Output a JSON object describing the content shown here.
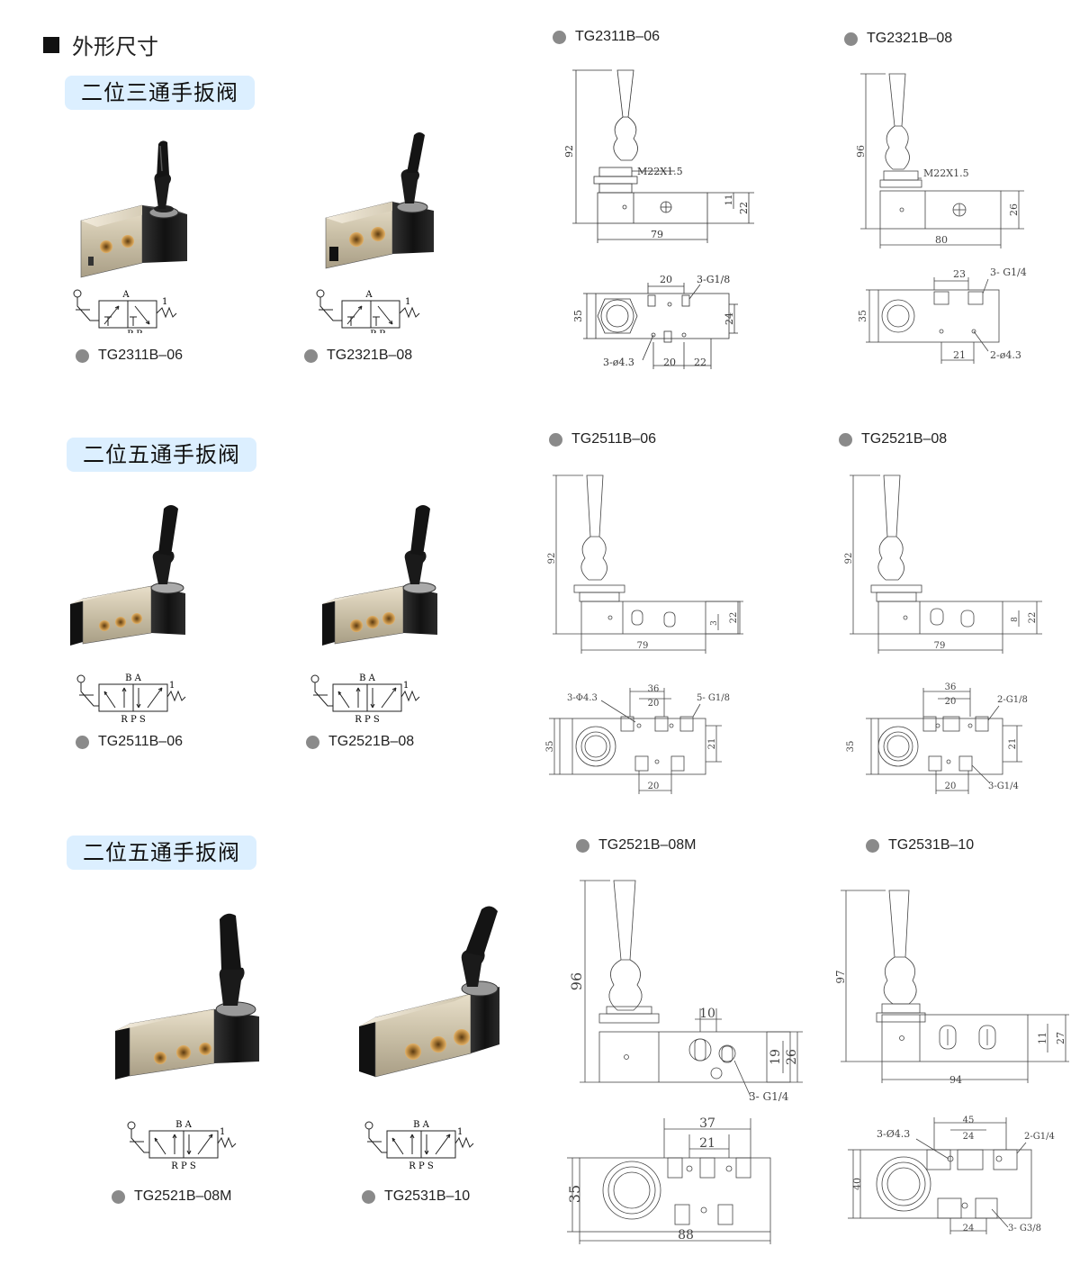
{
  "section": {
    "title": "外形尺寸"
  },
  "groups": [
    {
      "title": "二位三通手扳阀"
    },
    {
      "title": "二位五通手扳阀"
    },
    {
      "title": "二位五通手扳阀"
    }
  ],
  "products": [
    {
      "model": "TG2311B–06"
    },
    {
      "model": "TG2321B–08"
    },
    {
      "model": "TG2511B–06"
    },
    {
      "model": "TG2521B–08"
    },
    {
      "model": "TG2521B–08M"
    },
    {
      "model": "TG2531B–10"
    }
  ],
  "drawings": [
    {
      "model": "TG2311B–06",
      "dims": {
        "height": "92",
        "thread": "M22X1.5",
        "h1": "11",
        "h2": "22",
        "len": "79",
        "w": "35",
        "a": "20",
        "b": "24",
        "c": "20",
        "d": "22",
        "port": "3-G1/8",
        "hole": "3-ø4.3"
      }
    },
    {
      "model": "TG2321B–08",
      "dims": {
        "height": "96",
        "thread": "M22X1.5",
        "h2": "26",
        "len": "80",
        "w": "35",
        "a": "23",
        "b": "21",
        "port": "3- G1/4",
        "hole": "2-ø4.3"
      }
    },
    {
      "model": "TG2511B–06",
      "dims": {
        "height": "92",
        "h1": "3",
        "h2": "22",
        "len": "79",
        "w": "35",
        "a": "36",
        "b": "20",
        "c": "21",
        "d": "20",
        "port": "5- G1/8",
        "hole": "3-Φ4.3"
      }
    },
    {
      "model": "TG2521B–08",
      "dims": {
        "height": "92",
        "h1": "8",
        "h2": "22",
        "len": "79",
        "w": "35",
        "a": "36",
        "b": "20",
        "c": "21",
        "d": "20",
        "port": "2-G1/8",
        "port2": "3-G1/4"
      }
    },
    {
      "model": "TG2521B–08M",
      "dims": {
        "height": "96",
        "top": "10",
        "h1": "19",
        "h2": "26",
        "port": "3- G1/4",
        "w": "35",
        "a": "37",
        "b": "21",
        "len": "88"
      }
    },
    {
      "model": "TG2531B–10",
      "dims": {
        "height": "97",
        "h1": "11",
        "h2": "27",
        "len": "94",
        "w": "40",
        "a": "45",
        "b": "24",
        "c": "24",
        "hole": "3-Ø4.3",
        "port": "2-G1/4",
        "port2": "3- G3/8"
      }
    }
  ],
  "symbols": {
    "three_way": {
      "top": "A",
      "bottom": "P R",
      "spring": "1"
    },
    "five_way": {
      "top": "B  A",
      "bottom": "R P S",
      "spring": "1"
    }
  },
  "colors": {
    "pill": "#dcefff",
    "dot": "#8a8a8a",
    "body_light": "#d8cdb4",
    "body_dark": "#1c1c1c"
  }
}
